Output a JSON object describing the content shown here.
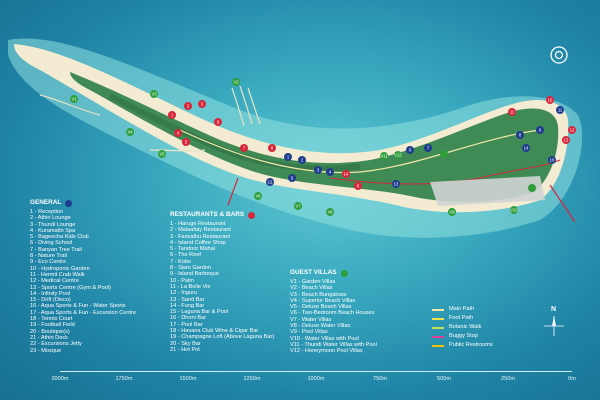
{
  "legend": {
    "general": {
      "title": "GENERAL",
      "color": "#1f3d8f",
      "items": [
        "1 - Reception",
        "2 - Athiri Lounge",
        "3 - Thundi Lounge",
        "4 - Kuramathi Spa",
        "5 - Bageecha Kids Club",
        "6 - Diving School",
        "7 - Banyan Tree Trail",
        "8 - Nature Trail",
        "9 - Eco Centre",
        "10 - Hydroponic Garden",
        "11 - Hermit Crab Walk",
        "12 - Medical Centre",
        "13 - Sports Centre (Gym & Pool)",
        "14 - Infinity Pool",
        "15 - Drift (Disco)",
        "16 - Aqua Sports & Fun - Water Sports",
        "17 - Aqua Sports & Fun - Excursion Centre",
        "18 - Tennis Court",
        "19 - Football Field",
        "20 - Boutique(s)",
        "21 - Athiri Deck",
        "22 - Excursions Jetty",
        "23 - Mosque"
      ]
    },
    "restaurants": {
      "title": "RESTAURANTS & BARS",
      "color": "#d8263a",
      "items": [
        "1 - Haruge Restaurant",
        "2 - Malaafaiy Restaurant",
        "3 - Farivalhu Restaurant",
        "4 - Island Coffee Shop",
        "5 - Tandoor Mahal",
        "6 - The Reef",
        "7 - Kobe",
        "8 - Siam Garden",
        "9 - Island Barbeque",
        "10 - Palm",
        "11 - La Belle Vie",
        "12 - Inguru",
        "13 - Sand Bar",
        "14 - Fung Bar",
        "15 - Laguna Bar & Pool",
        "16 - Dhoni Bar",
        "17 - Pool Bar",
        "18 - Havana Club Wine & Cigar Bar",
        "19 - Champagne Loft (Above Laguna Bar)",
        "20 - Sky Bar",
        "21 - Hot Pot"
      ]
    },
    "villas": {
      "title": "GUEST VILLAS",
      "color": "#2e9e3a",
      "items": [
        "V1 - Garden Villas",
        "V2 - Beach Villas",
        "V3 - Beach Bungalows",
        "V4 - Superior Beach Villas",
        "V5 - Deluxe Beach Villas",
        "V6 - Two-Bedroom Beach Houses",
        "V7 - Water Villas",
        "V8 - Deluxe Water Villas",
        "V9 - Pool Villas",
        "V10 - Water Villas with Pool",
        "V11 - Thundi Water Villas with Pool",
        "V12 - Honeymoon Pool Villas"
      ]
    },
    "keys": [
      {
        "label": "Main Path",
        "color": "#f1e7a6"
      },
      {
        "label": "Foot Path",
        "color": "#f0e04a"
      },
      {
        "label": "Botanic Walk",
        "color": "#c9e05a"
      },
      {
        "label": "Buggy Stop",
        "color": "#e0409a"
      },
      {
        "label": "Public Restrooms",
        "color": "#f2c200"
      }
    ]
  },
  "scale": {
    "labels": [
      "2000m",
      "1750m",
      "1500m",
      "1250m",
      "1000m",
      "750m",
      "500m",
      "250m",
      "0m"
    ]
  },
  "compass": {
    "north_label": "N"
  },
  "markers": {
    "general": [
      "1",
      "2",
      "3",
      "4",
      "5",
      "6",
      "7",
      "8",
      "9",
      "10",
      "11",
      "12",
      "13",
      "14",
      "15",
      "16",
      "17",
      "18",
      "19",
      "20",
      "21",
      "22",
      "23"
    ],
    "restaurants": [
      "1",
      "2",
      "3",
      "4",
      "5",
      "6",
      "7",
      "8",
      "9",
      "10",
      "11",
      "12",
      "13",
      "14",
      "15",
      "16",
      "17",
      "18",
      "19",
      "20",
      "21"
    ],
    "villas": [
      "V1",
      "V2",
      "V3",
      "V4",
      "V5",
      "V6",
      "V7",
      "V8",
      "V9",
      "V10",
      "V11",
      "V12"
    ]
  }
}
